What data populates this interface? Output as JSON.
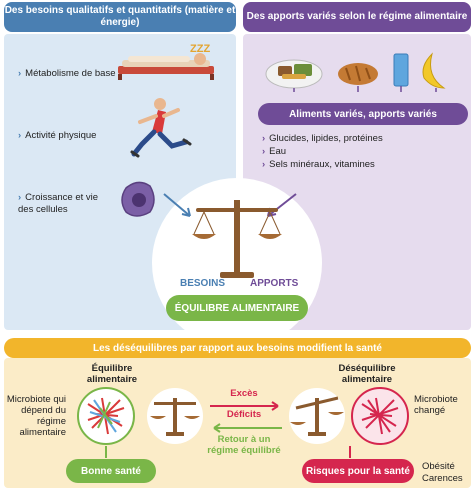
{
  "top_left": {
    "header": "Des besoins qualitatifs et quantitatifs (matière et énergie)",
    "items": [
      {
        "label": "Métabolisme de base"
      },
      {
        "label": "Activité physique"
      },
      {
        "label": "Croissance et vie des cellules"
      }
    ],
    "sleep_symbol": "ZZZ"
  },
  "top_right": {
    "header": "Des apports variés selon le régime alimentaire",
    "bar": "Aliments variés, apports variés",
    "items": [
      {
        "label": "Glucides, lipides, protéines"
      },
      {
        "label": "Eau"
      },
      {
        "label": "Sels minéraux, vitamines"
      }
    ]
  },
  "balance": {
    "besoins": "BESOINS",
    "apports": "APPORTS",
    "equilibre": "ÉQUILIBRE ALIMENTAIRE"
  },
  "bottom": {
    "header": "Les déséquilibres par rapport aux besoins modifient la santé",
    "left_title": "Équilibre alimentaire",
    "right_title": "Déséquilibre alimentaire",
    "microbiote_left": "Microbiote qui dépend du régime alimentaire",
    "microbiote_right": "Microbiote changé",
    "exces": "Excès",
    "deficits": "Déficits",
    "retour": "Retour à un régime équilibré",
    "bonne_sante": "Bonne santé",
    "risques": "Risques pour la santé",
    "obesite": "Obésité",
    "carences": "Carences"
  },
  "colors": {
    "blue": "#4a7fb2",
    "purple": "#6f4c97",
    "green": "#7ab648",
    "red": "#d5264e",
    "yellow": "#f2b52b"
  },
  "icons": [
    "sleeping-person-icon",
    "runner-icon",
    "cell-icon",
    "food-plate-icon",
    "bread-icon",
    "water-glass-icon",
    "banana-icon",
    "scale-icon",
    "microbiote-icon"
  ]
}
